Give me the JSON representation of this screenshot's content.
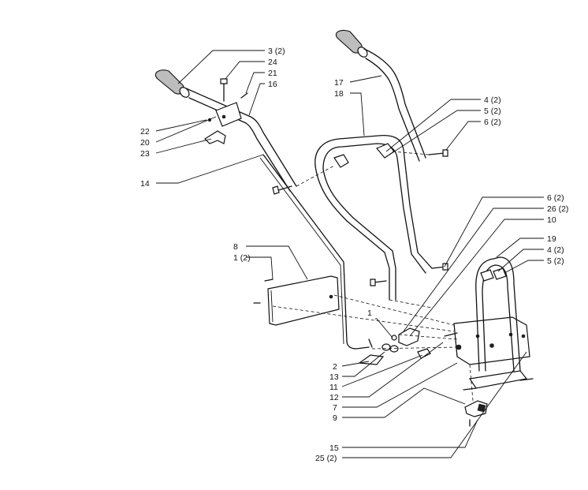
{
  "callouts": [
    {
      "id": "c-3",
      "text": "3 (2)"
    },
    {
      "id": "c-24",
      "text": "24"
    },
    {
      "id": "c-21",
      "text": "21"
    },
    {
      "id": "c-16",
      "text": "16"
    },
    {
      "id": "c-22",
      "text": "22"
    },
    {
      "id": "c-20",
      "text": "20"
    },
    {
      "id": "c-23",
      "text": "23"
    },
    {
      "id": "c-14",
      "text": "14"
    },
    {
      "id": "c-17",
      "text": "17"
    },
    {
      "id": "c-18",
      "text": "18"
    },
    {
      "id": "c-4a",
      "text": "4 (2)"
    },
    {
      "id": "c-5a",
      "text": "5 (2)"
    },
    {
      "id": "c-6a",
      "text": "6 (2)"
    },
    {
      "id": "c-6b",
      "text": "6 (2)"
    },
    {
      "id": "c-26",
      "text": "26 (2)"
    },
    {
      "id": "c-10",
      "text": "10"
    },
    {
      "id": "c-19",
      "text": "19"
    },
    {
      "id": "c-4b",
      "text": "4 (2)"
    },
    {
      "id": "c-5b",
      "text": "5 (2)"
    },
    {
      "id": "c-8",
      "text": "8"
    },
    {
      "id": "c-1b",
      "text": "1 (2)"
    },
    {
      "id": "c-1",
      "text": "1"
    },
    {
      "id": "c-2",
      "text": "2"
    },
    {
      "id": "c-13",
      "text": "13"
    },
    {
      "id": "c-11",
      "text": "11"
    },
    {
      "id": "c-12",
      "text": "12"
    },
    {
      "id": "c-7",
      "text": "7"
    },
    {
      "id": "c-9",
      "text": "9"
    },
    {
      "id": "c-15",
      "text": "15"
    },
    {
      "id": "c-25",
      "text": "25 (2)"
    }
  ]
}
